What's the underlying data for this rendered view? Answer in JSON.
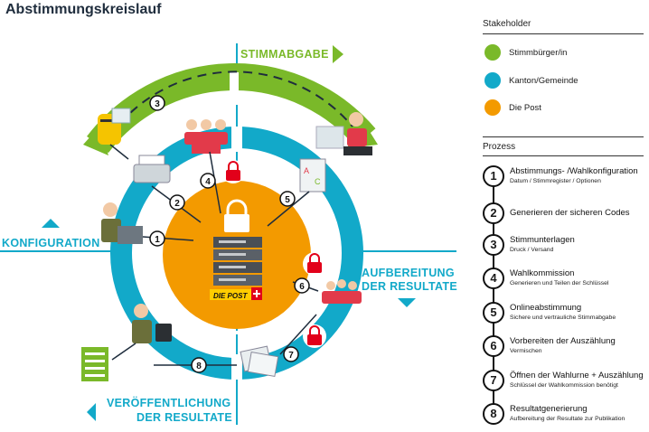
{
  "title": "Abstimmungskreislauf",
  "phases": {
    "stimmabgabe": "STIMMABGABE",
    "konfiguration": "KONFIGURATION",
    "aufbereitung_line1": "AUFBEREITUNG",
    "aufbereitung_line2": "DER RESULTATE",
    "veroeffentlichung_line1": "VERÖFFENTLICHUNG",
    "veroeffentlichung_line2": "DER RESULTATE"
  },
  "center_logo": "DIE POST",
  "colors": {
    "green": "#7ab929",
    "blue": "#12a9c9",
    "orange": "#f39a00",
    "dark": "#2b2f33"
  },
  "legend": {
    "stakeholder_heading": "Stakeholder",
    "stakeholders": [
      {
        "label": "Stimmbürger/in",
        "color": "#7ab929"
      },
      {
        "label": "Kanton/Gemeinde",
        "color": "#12a9c9"
      },
      {
        "label": "Die Post",
        "color": "#f39a00"
      }
    ],
    "process_heading": "Prozess",
    "steps": [
      {
        "num": "1",
        "title": "Abstimmungs- /Wahlkonfiguration",
        "sub": "Datum / Stimmregister / Optionen"
      },
      {
        "num": "2",
        "title": "Generieren der sicheren Codes",
        "sub": ""
      },
      {
        "num": "3",
        "title": "Stimmunterlagen",
        "sub": "Druck / Versand"
      },
      {
        "num": "4",
        "title": "Wahlkommission",
        "sub": "Generieren und Teilen der Schlüssel"
      },
      {
        "num": "5",
        "title": "Onlineabstimmung",
        "sub": "Sichere und vertrauliche Stimmabgabe"
      },
      {
        "num": "6",
        "title": "Vorbereiten der Auszählung",
        "sub": "Vermischen"
      },
      {
        "num": "7",
        "title": "Öffnen der Wahlurne + Auszählung",
        "sub": "Schlüssel der Wahlkommission benötigt"
      },
      {
        "num": "8",
        "title": "Resultatgenerierung",
        "sub": "Aufbereitung der Resultate zur Publikation"
      }
    ]
  },
  "diagram_badges": [
    "1",
    "2",
    "3",
    "4",
    "5",
    "6",
    "7",
    "8"
  ]
}
